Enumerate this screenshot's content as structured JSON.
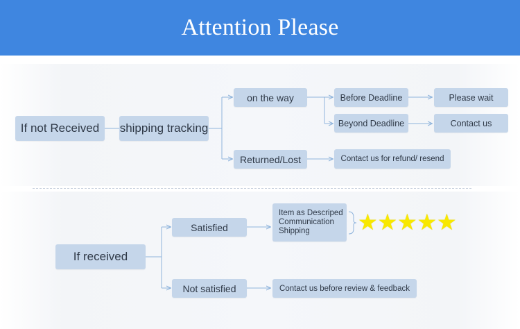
{
  "header": {
    "title": "Attention Please"
  },
  "top_flow": {
    "root": "If not Received",
    "tracking": "shipping tracking",
    "on_the_way": "on the way",
    "returned": "Returned/Lost",
    "before_deadline": "Before Deadline",
    "beyond_deadline": "Beyond Deadline",
    "please_wait": "Please wait",
    "contact_us": "Contact us",
    "refund": "Contact us for refund/ resend"
  },
  "bottom_flow": {
    "root": "If received",
    "satisfied": "Satisfied",
    "not_satisfied": "Not satisfied",
    "ratings": [
      "Item as Descriped",
      "Communication",
      "Shipping"
    ],
    "contact_before_review": "Contact us before review & feedback",
    "star_count": 5,
    "star_color": "#f8e800"
  },
  "colors": {
    "header_bg": "#3f86e0",
    "node_bg": "#c5d6ea",
    "connector": "#8fb4dc"
  }
}
